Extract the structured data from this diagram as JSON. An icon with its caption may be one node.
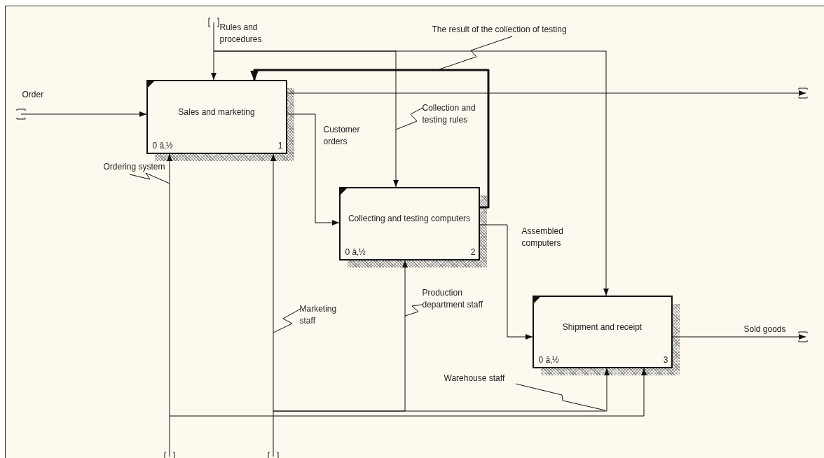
{
  "diagram": {
    "nodes": [
      {
        "text": [
          "Sales and marketing",
          "0 â‚½",
          "1"
        ]
      },
      {
        "text": [
          "Collecting and testing computers",
          "0 â‚½",
          "2"
        ]
      },
      {
        "text": [
          "Shipment and receipt",
          "0 â‚½",
          "3"
        ]
      }
    ],
    "edges": [
      {
        "from": null,
        "to": 0,
        "arrow": "to",
        "label": "Order"
      },
      {
        "from": null,
        "to": 0,
        "arrow": "to",
        "label": "Rules and procedures"
      },
      {
        "from": null,
        "to": 1,
        "arrow": "to",
        "label": "Collection and testing rules"
      },
      {
        "from": null,
        "to": 2,
        "arrow": "to"
      },
      {
        "from": 1,
        "to": 0,
        "arrow": "to",
        "label": "The result of the collection of testing",
        "style": "thick"
      },
      {
        "from": 0,
        "to": null,
        "arrow": "to"
      },
      {
        "from": 0,
        "to": 1,
        "arrow": "to",
        "label": "Customer orders"
      },
      {
        "from": 1,
        "to": 2,
        "arrow": "to",
        "label": "Assembled computers"
      },
      {
        "from": 2,
        "to": null,
        "arrow": "to",
        "label": "Sold goods"
      },
      {
        "from": null,
        "to": 0,
        "arrow": "to",
        "label": "Ordering system"
      },
      {
        "from": null,
        "to": 0,
        "arrow": "to",
        "label": "Marketing staff"
      },
      {
        "from": null,
        "to": 1,
        "arrow": "to",
        "label": "Production department staff"
      },
      {
        "from": null,
        "to": 2,
        "arrow": "to",
        "label": "Warehouse staff"
      },
      {
        "from": null,
        "to": 2,
        "arrow": "to"
      }
    ]
  }
}
